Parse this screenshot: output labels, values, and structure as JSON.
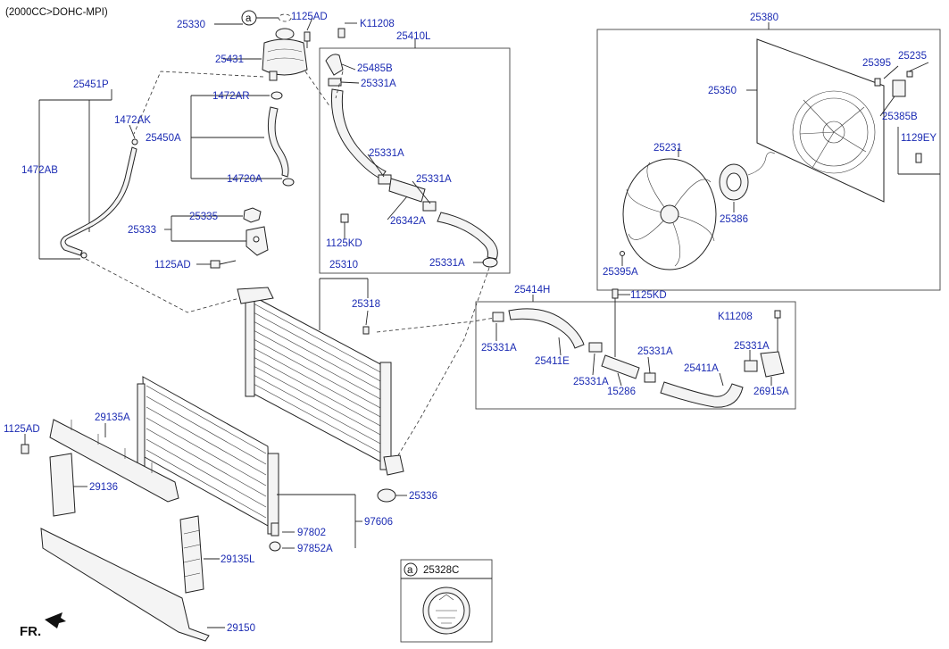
{
  "header": {
    "engine_spec": "(2000CC>DOHC-MPI)"
  },
  "callout": {
    "letter": "a",
    "part": "25328C"
  },
  "direction": {
    "label": "FR."
  },
  "labels": {
    "p25330": "25330",
    "p1125AD_top": "1125AD",
    "pK11208_top": "K11208",
    "p25410L": "25410L",
    "p25380": "25380",
    "p25431": "25431",
    "p25485B": "25485B",
    "p25331A_1": "25331A",
    "p25395": "25395",
    "p25235": "25235",
    "p25451P": "25451P",
    "p1472AR": "1472AR",
    "p25350": "25350",
    "p25385B": "25385B",
    "p1472AK": "1472AK",
    "p25450A": "25450A",
    "p1129EY": "1129EY",
    "p25331A_2": "25331A",
    "p25231": "25231",
    "p1472AB": "1472AB",
    "p14720A": "14720A",
    "p25331A_3": "25331A",
    "p26342A": "26342A",
    "p25335": "25335",
    "p25386": "25386",
    "p25333": "25333",
    "p1125KD_1": "1125KD",
    "p1125AD_mid": "1125AD",
    "p25331A_4": "25331A",
    "p25310": "25310",
    "p25395A": "25395A",
    "p25414H": "25414H",
    "p1125KD_2": "1125KD",
    "p25318": "25318",
    "pK11208_right": "K11208",
    "p25331A_5": "25331A",
    "p25331A_6": "25331A",
    "p25331A_7": "25331A",
    "p25411E": "25411E",
    "p25411A": "25411A",
    "p25331A_8": "25331A",
    "p15286": "15286",
    "p26915A": "26915A",
    "p1125AD_left": "1125AD",
    "p29135A": "29135A",
    "p29136": "29136",
    "p25336": "25336",
    "p97606": "97606",
    "p97802": "97802",
    "p97852A": "97852A",
    "p29135L": "29135L",
    "p29150": "29150"
  }
}
